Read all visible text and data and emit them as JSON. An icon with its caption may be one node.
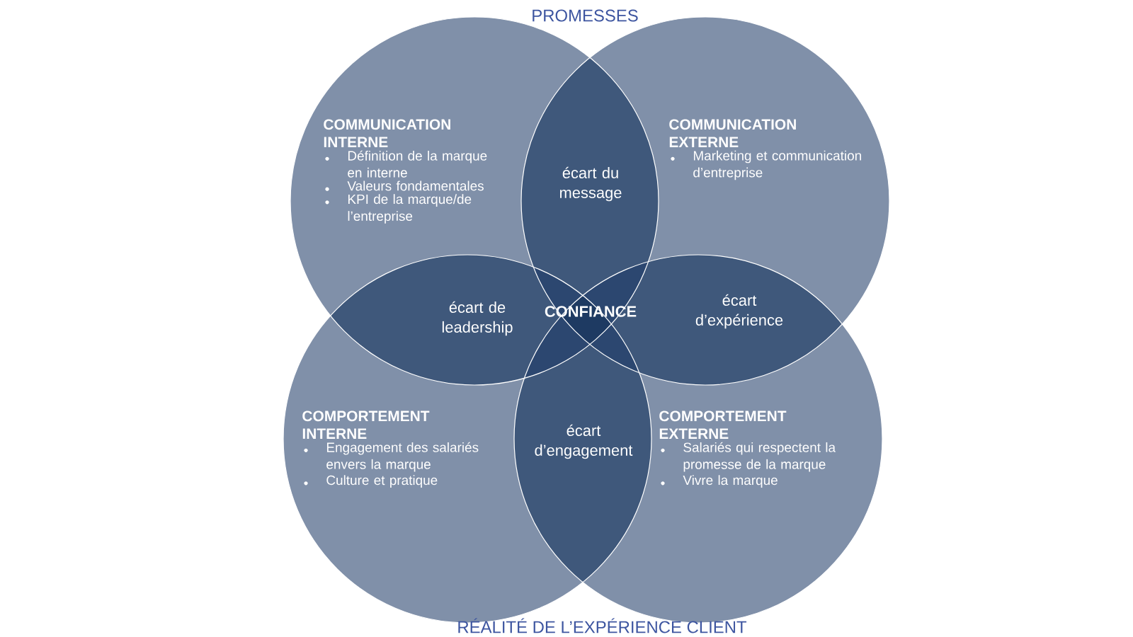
{
  "diagram": {
    "title": "PROMESSES",
    "caption": "RÉALITÉ DE L’EXPÉRIENCE CLIENT",
    "nodes": [
      {
        "text": [
          "COMMUNICATION INTERNE",
          "Définition de la marque en interne",
          "Valeurs fondamentales",
          "KPI de la marque/de l’entreprise"
        ]
      },
      {
        "text": [
          "COMMUNICATION EXTERNE",
          "Marketing et communication d’entreprise"
        ]
      },
      {
        "text": [
          "COMPORTEMENT INTERNE",
          "Engagement des salariés envers la marque",
          "Culture et pratique"
        ]
      },
      {
        "text": [
          "COMPORTEMENT EXTERNE",
          "Salariés qui respectent la promesse de la marque",
          "Vivre la marque"
        ]
      }
    ],
    "labels": [
      "écart du message",
      "écart de leadership",
      "CONFIANCE",
      "écart d’expérience",
      "écart d’engagement"
    ]
  }
}
